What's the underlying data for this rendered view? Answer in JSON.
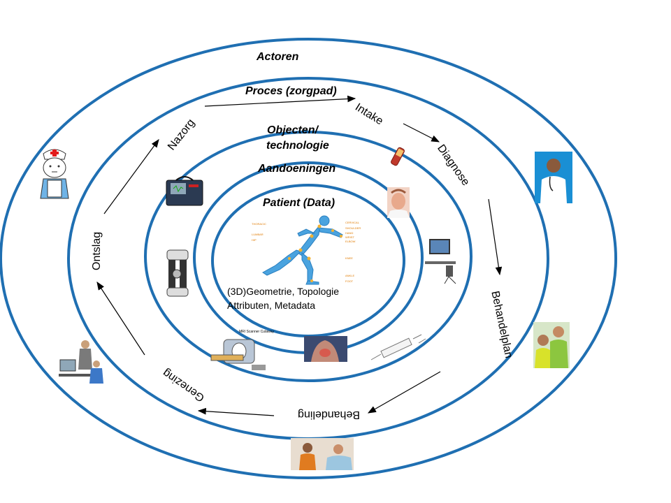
{
  "rings": {
    "actoren": "Actoren",
    "proces": "Proces (zorgpad)",
    "objecten_line1": "Objecten/",
    "objecten_line2": "technologie",
    "aandoeningen": "Aandoeningen",
    "patient": "Patient (Data)"
  },
  "patient_data": {
    "line1": "(3D)Geometrie, Topologie",
    "line2": "Attributen, Metadata"
  },
  "process_steps": {
    "intake": "Intake",
    "diagnose": "Diagnose",
    "behandelplan": "Behandelplan",
    "behandeling": "Behandeling",
    "genezing": "Genezing",
    "ontslag": "Ontslag",
    "nazorg": "Nazorg"
  },
  "body_figure_labels": {
    "left": [
      "THORACIC",
      "LUMBAR",
      "HIP"
    ],
    "right": [
      "CERVICAL",
      "SHOULDER",
      "HAND",
      "WRIST",
      "ELBOW",
      "KNEE",
      "ANKLE",
      "FOOT"
    ]
  },
  "mri_label": "MRI Scanner Cutaway",
  "colors": {
    "ring": "#1f6fb2",
    "arrow": "#000000",
    "body": "#4aa3df"
  }
}
